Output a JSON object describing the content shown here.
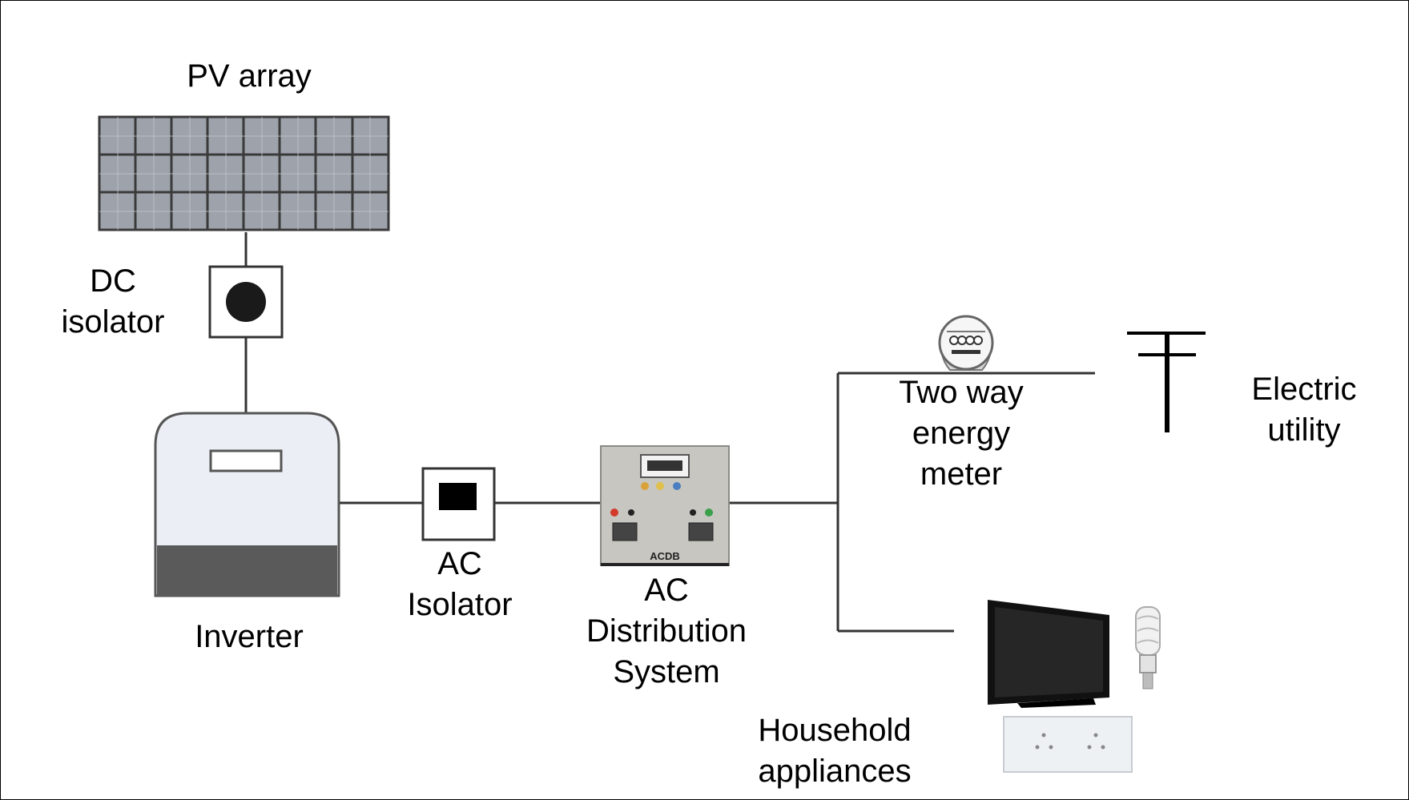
{
  "diagram": {
    "labels": {
      "pv_array": "PV array",
      "dc_isolator": [
        "DC",
        "isolator"
      ],
      "inverter": "Inverter",
      "ac_isolator": [
        "AC",
        "Isolator"
      ],
      "ac_distribution": [
        "AC",
        "Distribution",
        "System"
      ],
      "energy_meter": [
        "Two way",
        "energy",
        "meter"
      ],
      "electric_utility": [
        "Electric",
        "utility"
      ],
      "household": [
        "Household",
        "appliances"
      ],
      "acdb_panel_text": "ACDB"
    },
    "icons": [
      "solar-panel-icon",
      "dc-isolator-icon",
      "inverter-icon",
      "ac-isolator-icon",
      "acdb-panel-icon",
      "energy-meter-icon",
      "utility-pole-icon",
      "television-icon",
      "cfl-bulb-icon",
      "wall-socket-icon"
    ],
    "colors": {
      "line": "#333333",
      "panel_cell": "#9ea3ab",
      "panel_grid": "#3a3a3a",
      "inverter_body": "#eceef5",
      "inverter_base": "#5a5a5a",
      "acdb_body": "#c7c6c1"
    }
  }
}
